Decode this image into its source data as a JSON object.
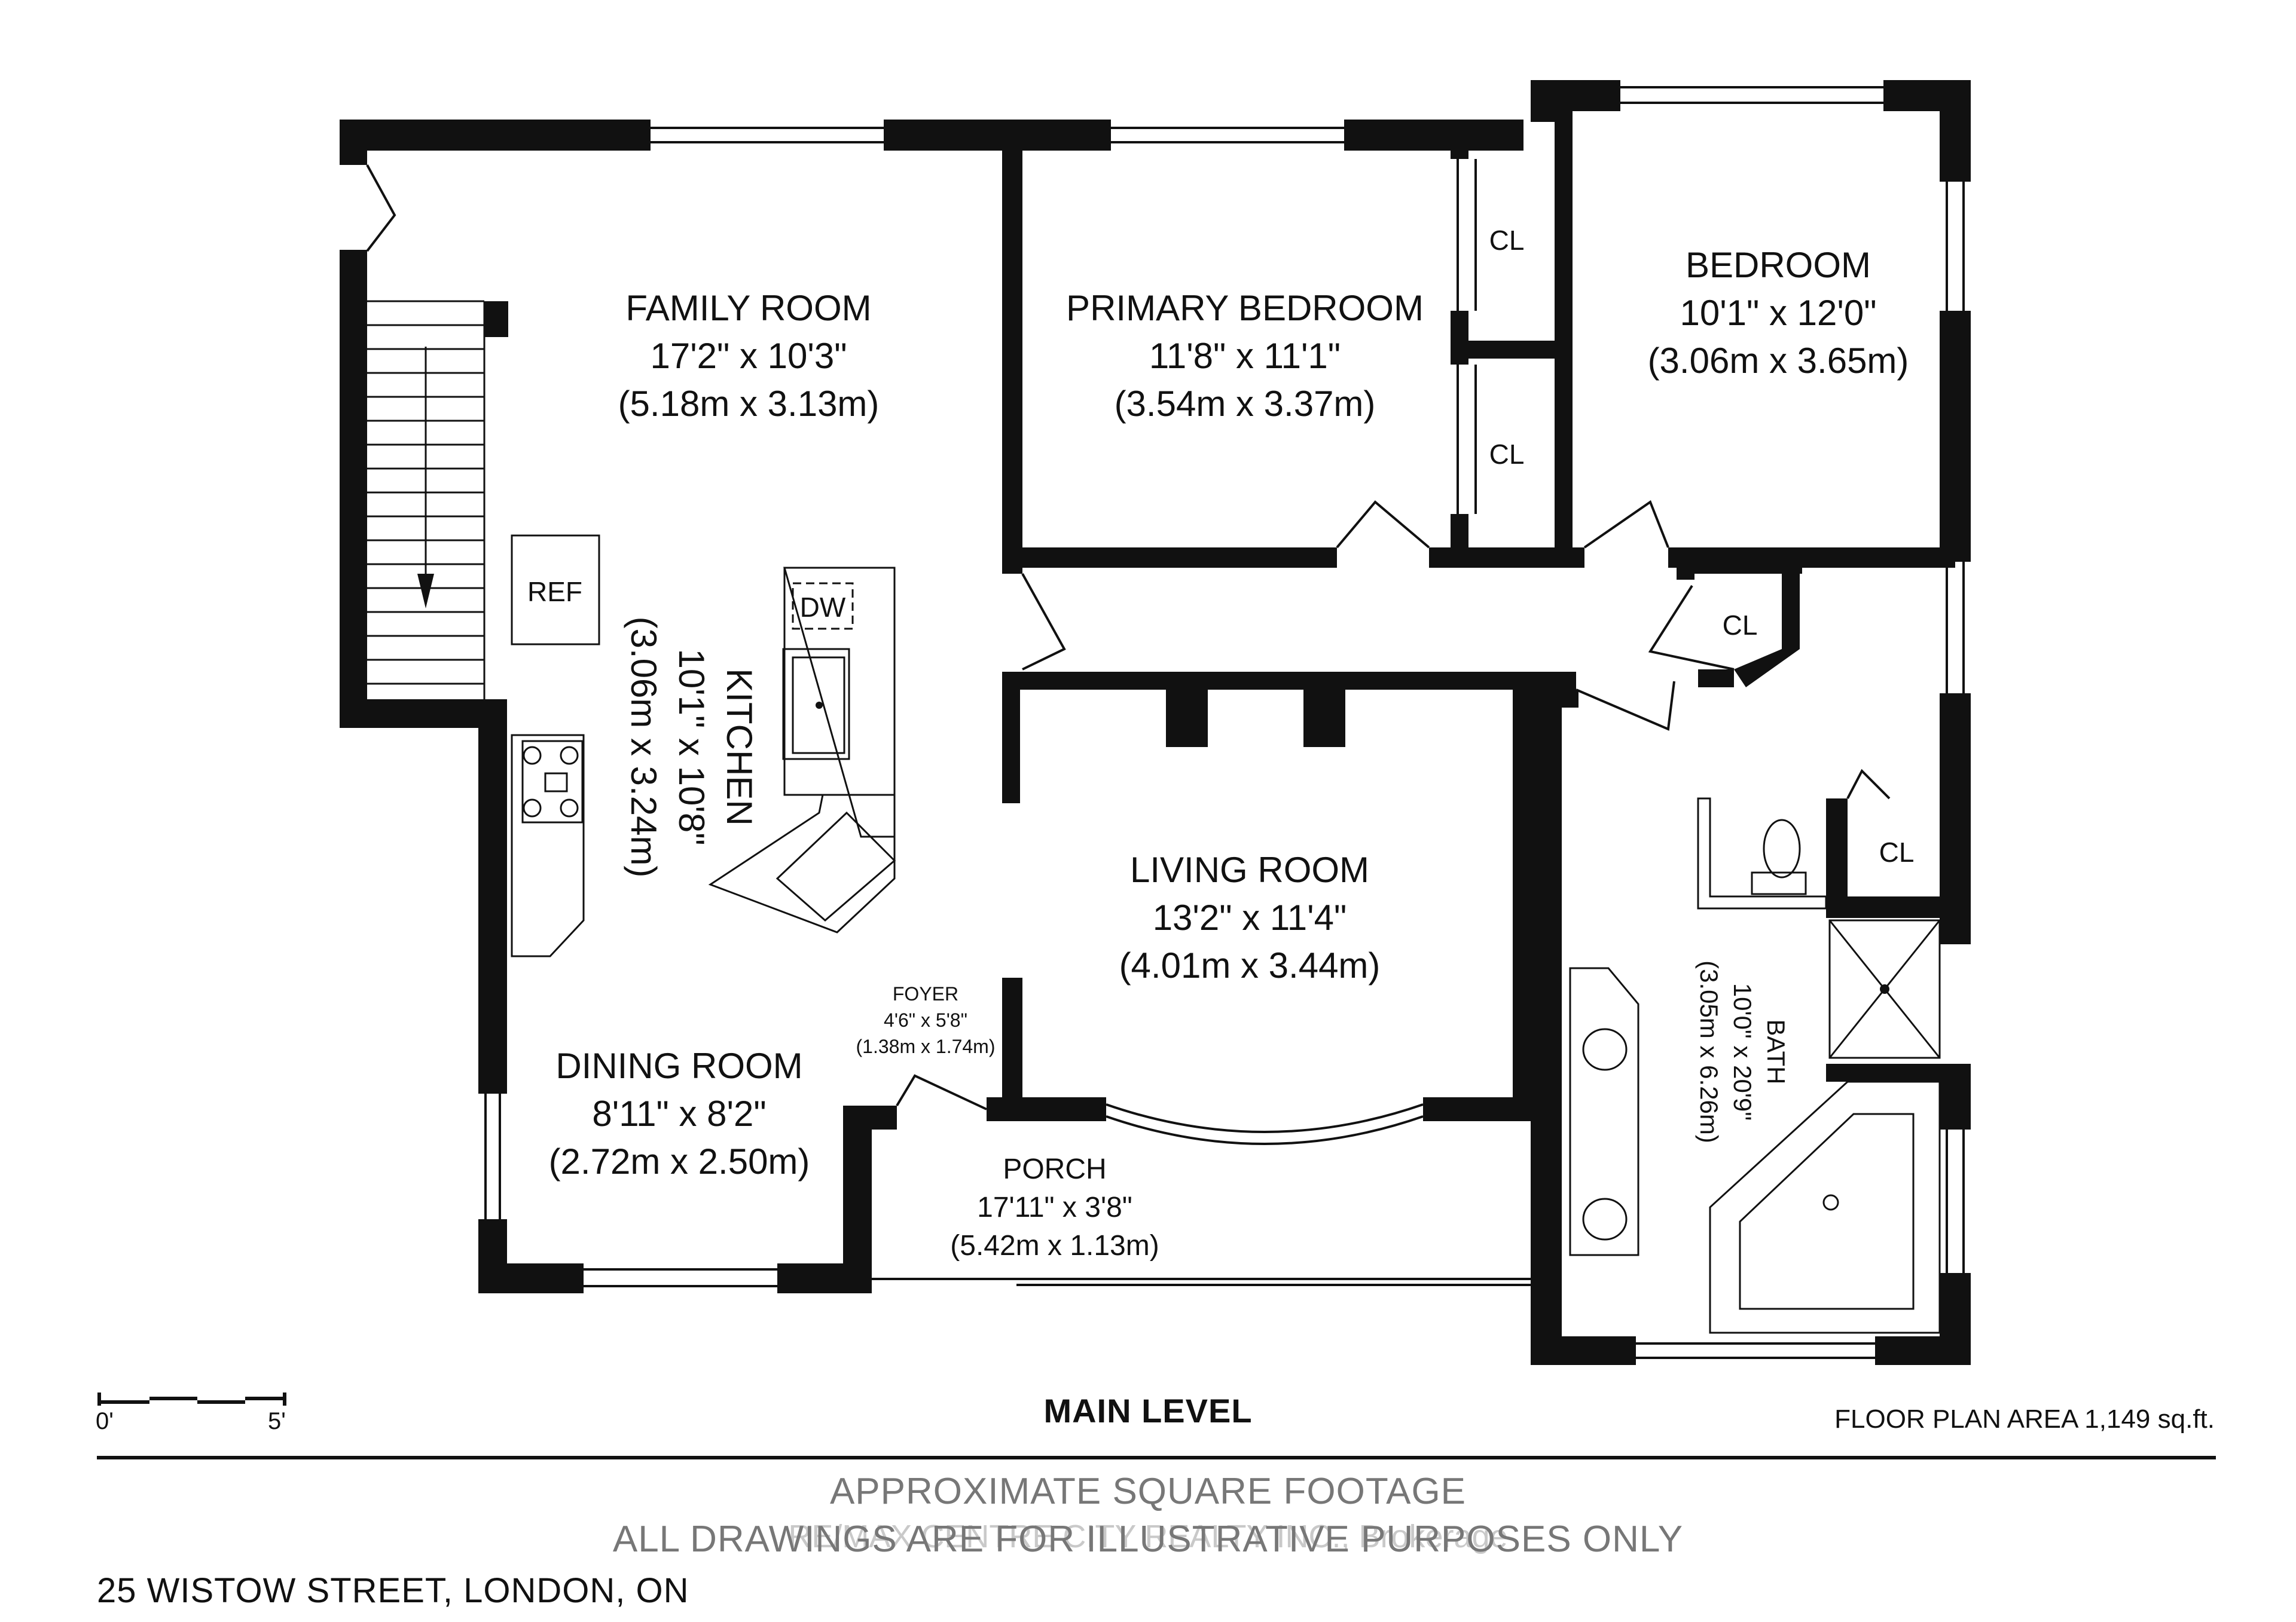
{
  "plan": {
    "level_title": "MAIN LEVEL",
    "area_label": "FLOOR PLAN AREA 1,149 sq.ft.",
    "scale": {
      "start": "0'",
      "end": "5'"
    },
    "disclaimer_1": "APPROXIMATE SQUARE FOOTAGE",
    "disclaimer_2": "ALL DRAWINGS ARE FOR ILLUSTRATIVE PURPOSES ONLY",
    "watermark": "RE/MAX CENTRE CITY REALTY INC., Brokerage",
    "address": "25 WISTOW STREET, LONDON, ON"
  },
  "rooms": {
    "family": {
      "name": "FAMILY ROOM",
      "dim_imperial": "17'2\" x 10'3\"",
      "dim_metric": "(5.18m x 3.13m)"
    },
    "primary": {
      "name": "PRIMARY BEDROOM",
      "dim_imperial": "11'8\" x 11'1\"",
      "dim_metric": "(3.54m x 3.37m)"
    },
    "bedroom": {
      "name": "BEDROOM",
      "dim_imperial": "10'1\" x 12'0\"",
      "dim_metric": "(3.06m x 3.65m)"
    },
    "kitchen": {
      "name": "KITCHEN",
      "dim_imperial": "10'1\" x 10'8\"",
      "dim_metric": "(3.06m x 3.24m)"
    },
    "living": {
      "name": "LIVING ROOM",
      "dim_imperial": "13'2\" x 11'4\"",
      "dim_metric": "(4.01m x 3.44m)"
    },
    "dining": {
      "name": "DINING ROOM",
      "dim_imperial": "8'11\" x 8'2\"",
      "dim_metric": "(2.72m x 2.50m)"
    },
    "foyer": {
      "name": "FOYER",
      "dim_imperial": "4'6\" x 5'8\"",
      "dim_metric": "(1.38m x 1.74m)"
    },
    "porch": {
      "name": "PORCH",
      "dim_imperial": "17'11\" x 3'8\"",
      "dim_metric": "(5.42m x 1.13m)"
    },
    "bath": {
      "name": "BATH",
      "dim_imperial": "10'0\" x 20'9\"",
      "dim_metric": "(3.05m x 6.26m)"
    }
  },
  "fixtures": {
    "closet": "CL",
    "refrigerator": "REF",
    "dishwasher": "DW"
  }
}
